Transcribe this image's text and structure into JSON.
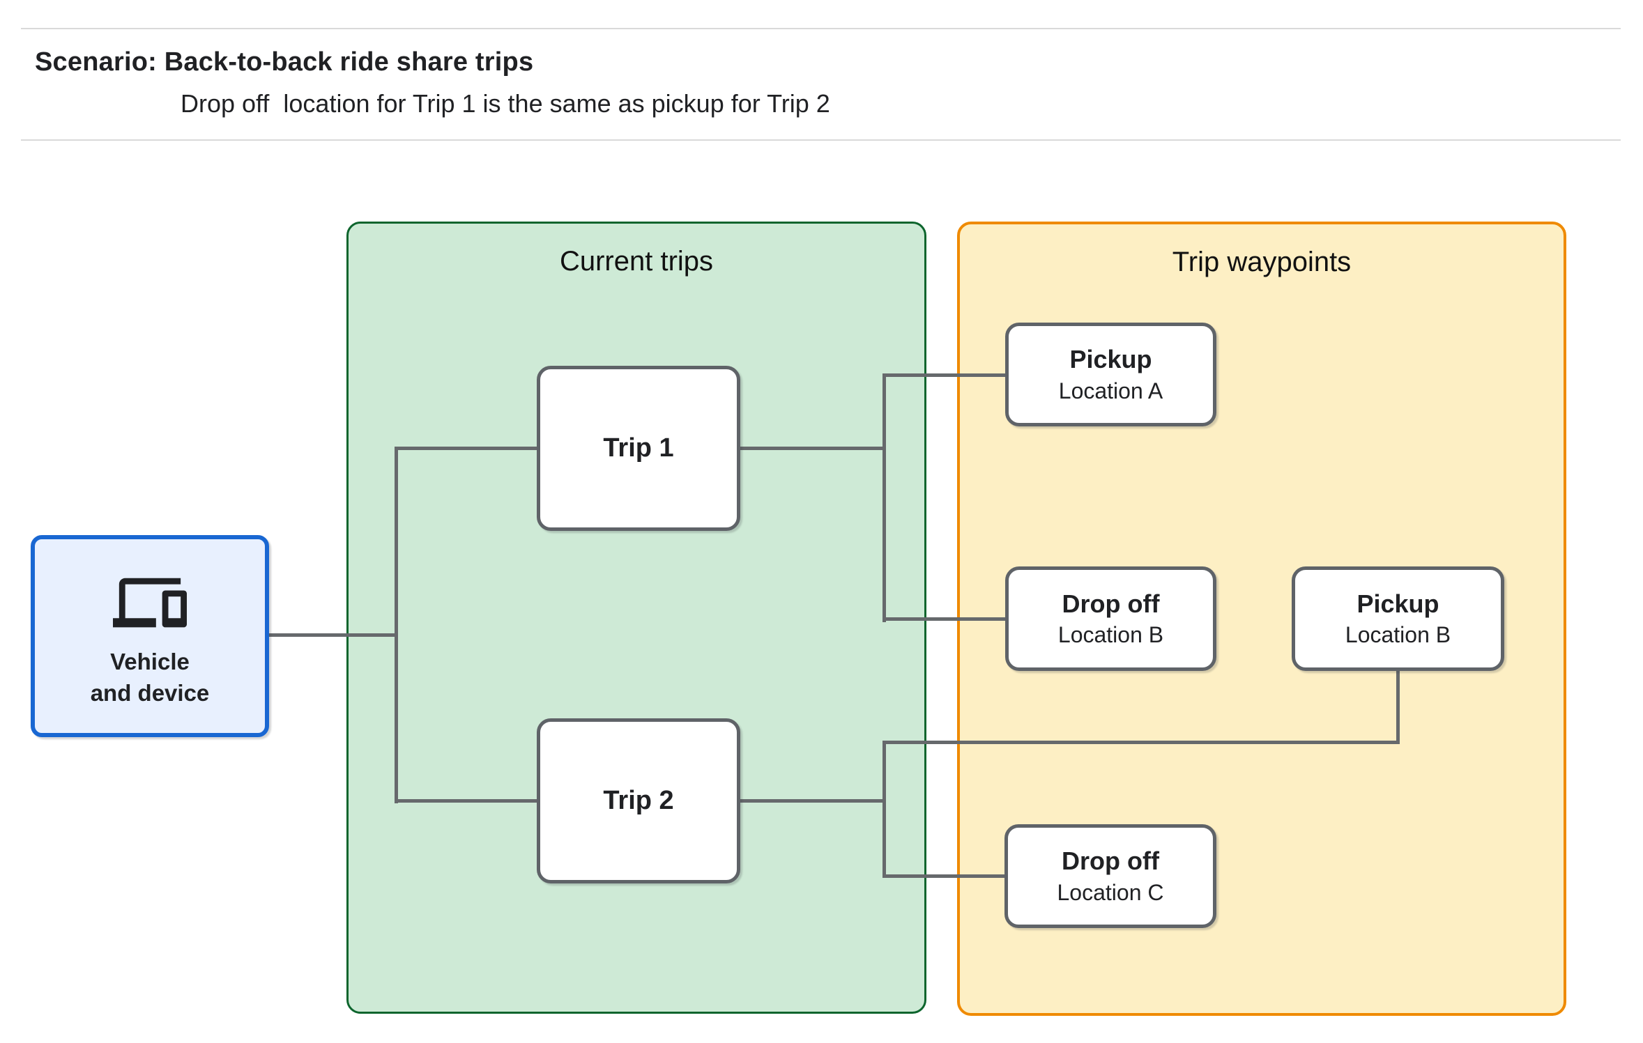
{
  "header": {
    "title": "Scenario: Back-to-back ride share trips",
    "subtitle": "Drop off  location for Trip 1 is the same as pickup for Trip 2"
  },
  "groups": {
    "current_trips": {
      "title": "Current trips",
      "fill": "#ceead6",
      "border_color": "#0d652d"
    },
    "trip_waypoints": {
      "title": "Trip waypoints",
      "fill": "#fdefc4",
      "border_color": "#ef8a00"
    }
  },
  "nodes": {
    "vehicle": {
      "line1": "Vehicle",
      "line2": "and device",
      "icon": "devices-icon",
      "fill": "#e8f0fe",
      "border_color": "#1967d2"
    },
    "trip1": {
      "label": "Trip 1"
    },
    "trip2": {
      "label": "Trip 2"
    },
    "pickup_a": {
      "title": "Pickup",
      "subtitle": "Location A"
    },
    "dropoff_b": {
      "title": "Drop off",
      "subtitle": "Location B"
    },
    "pickup_b": {
      "title": "Pickup",
      "subtitle": "Location B"
    },
    "dropoff_c": {
      "title": "Drop off",
      "subtitle": "Location C"
    }
  },
  "colors": {
    "connector": "#66696c",
    "node_border": "#5f6368",
    "rule": "#d9d9d9",
    "text": "#202124"
  }
}
